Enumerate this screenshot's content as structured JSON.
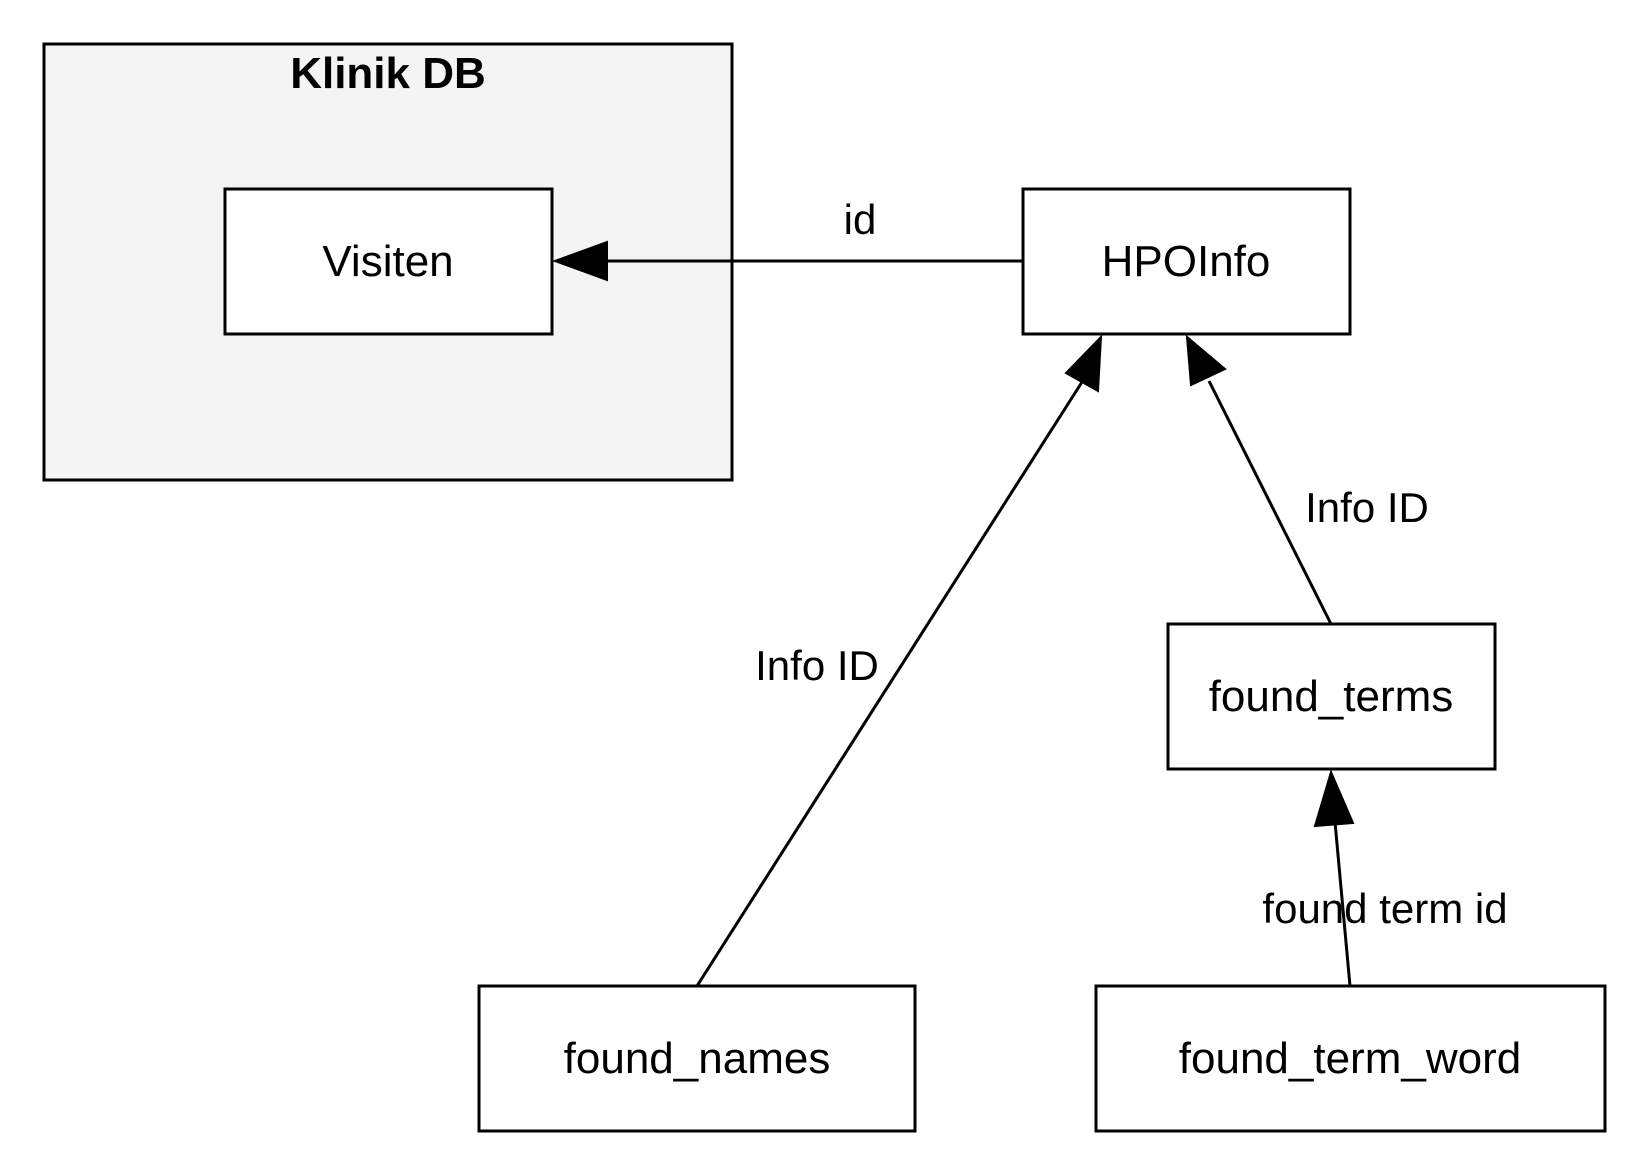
{
  "diagram": {
    "cluster": {
      "label": "Klinik DB"
    },
    "nodes": {
      "visiten": "Visiten",
      "hpoinfo": "HPOInfo",
      "found_terms": "found_terms",
      "found_names": "found_names",
      "found_term_word": "found_term_word"
    },
    "edges": [
      {
        "from": "HPOInfo",
        "to": "Visiten",
        "label": "id"
      },
      {
        "from": "found_names",
        "to": "HPOInfo",
        "label": "Info ID"
      },
      {
        "from": "found_terms",
        "to": "HPOInfo",
        "label": "Info ID"
      },
      {
        "from": "found_term_word",
        "to": "found_terms",
        "label": "found term id"
      }
    ]
  }
}
